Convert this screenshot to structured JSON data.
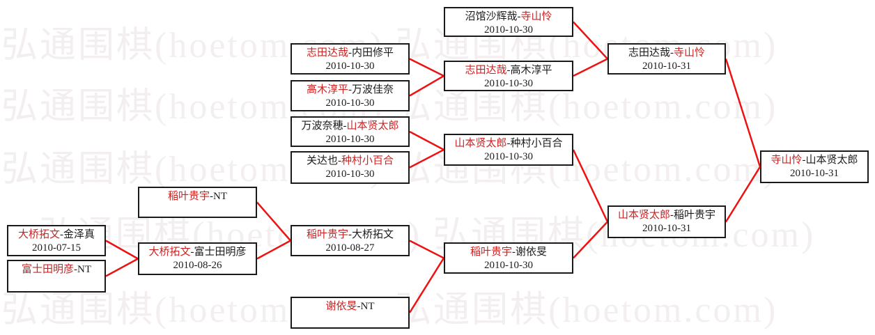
{
  "watermark": {
    "text": "弘通围棋(hoetom.com) 弘通围棋(hoetom.com)"
  },
  "ui": {
    "dash": "-"
  },
  "colors": {
    "winner_text": "#cc2222",
    "connector_line": "#ee1111",
    "box_border": "#1a1a1a",
    "watermark": "#f3eff0"
  },
  "matches": [
    {
      "id": "A1",
      "p1": "大桥拓文",
      "p2": "金泽真",
      "red": "red-p1",
      "date": "2010-07-15"
    },
    {
      "id": "A2",
      "p1": "富士田明彦",
      "p2": "NT",
      "red": "red-p1",
      "date": ""
    },
    {
      "id": "B1",
      "p1": "稲叶贵宇",
      "p2": "NT",
      "red": "red-p1",
      "date": ""
    },
    {
      "id": "B2",
      "p1": "大桥拓文",
      "p2": "富士田明彦",
      "red": "red-p1",
      "date": "2010-08-26"
    },
    {
      "id": "C1",
      "p1": "志田达哉",
      "p2": "内田修平",
      "red": "red-p1",
      "date": "2010-10-30"
    },
    {
      "id": "C2",
      "p1": "高木淳平",
      "p2": "万波佳奈",
      "red": "red-p1",
      "date": "2010-10-30"
    },
    {
      "id": "C3",
      "p1": "万波奈穂",
      "p2": "山本贤太郎",
      "red": "red-p2",
      "date": "2010-10-30"
    },
    {
      "id": "C4",
      "p1": "关达也",
      "p2": "种村小百合",
      "red": "red-p2",
      "date": "2010-10-30"
    },
    {
      "id": "C5",
      "p1": "稲叶贵宇",
      "p2": "大桥拓文",
      "red": "red-p1",
      "date": "2010-08-27"
    },
    {
      "id": "C6",
      "p1": "谢依旻",
      "p2": "NT",
      "red": "red-p1",
      "date": ""
    },
    {
      "id": "D1",
      "p1": "沼馆沙辉哉",
      "p2": "寺山怜",
      "red": "red-p2",
      "date": "2010-10-30"
    },
    {
      "id": "D2",
      "p1": "志田达哉",
      "p2": "高木淳平",
      "red": "red-p1",
      "date": "2010-10-30"
    },
    {
      "id": "D3",
      "p1": "山本贤太郎",
      "p2": "种村小百合",
      "red": "red-p1",
      "date": "2010-10-30"
    },
    {
      "id": "D4",
      "p1": "稲叶贵宇",
      "p2": "谢依旻",
      "red": "red-p1",
      "date": "2010-10-30"
    },
    {
      "id": "E1",
      "p1": "志田达哉",
      "p2": "寺山怜",
      "red": "red-p2",
      "date": "2010-10-31"
    },
    {
      "id": "E2",
      "p1": "山本贤太郎",
      "p2": "稲叶贵宇",
      "red": "red-p1",
      "date": "2010-10-31"
    },
    {
      "id": "F1",
      "p1": "寺山怜",
      "p2": "山本贤太郎",
      "red": "red-p1",
      "date": "2010-10-31"
    }
  ],
  "connectors": [
    [
      "A1",
      "B2"
    ],
    [
      "A2",
      "B2"
    ],
    [
      "B1",
      "C5"
    ],
    [
      "B2",
      "C5"
    ],
    [
      "C1",
      "D2"
    ],
    [
      "C2",
      "D2"
    ],
    [
      "C3",
      "D3"
    ],
    [
      "C4",
      "D3"
    ],
    [
      "C5",
      "D4"
    ],
    [
      "C6",
      "D4"
    ],
    [
      "D1",
      "E1"
    ],
    [
      "D2",
      "E1"
    ],
    [
      "D3",
      "E2"
    ],
    [
      "D4",
      "E2"
    ],
    [
      "E1",
      "F1"
    ],
    [
      "E2",
      "F1"
    ]
  ]
}
